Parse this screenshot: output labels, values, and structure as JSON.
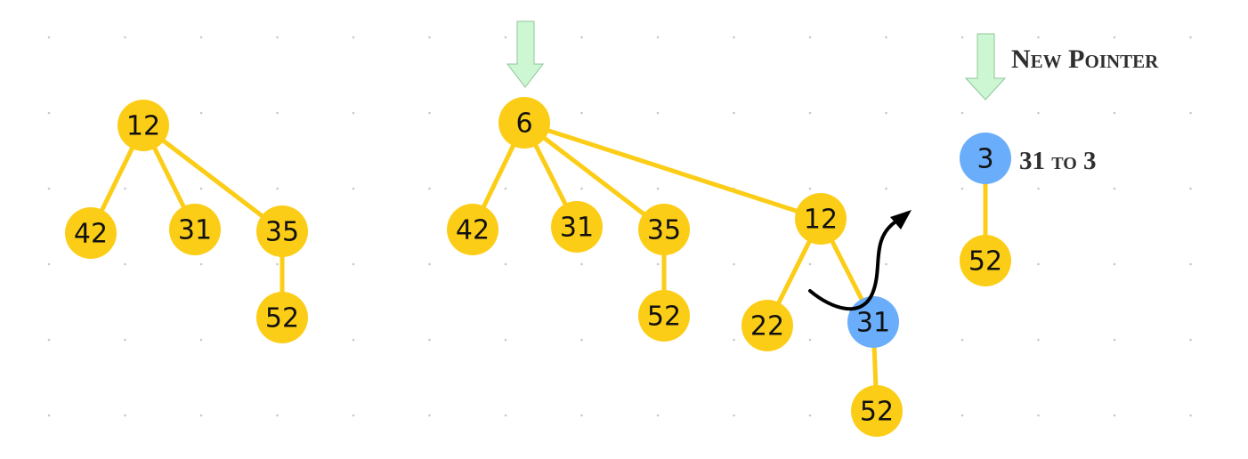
{
  "colors": {
    "node_default": "#fccd17",
    "node_highlight": "#6aadfa",
    "edge": "#fccd17",
    "pointer_fill": "#cdf7d3",
    "pointer_stroke": "#8fc49a",
    "swap_arrow": "#000000",
    "dot_grid": "#c8c8c8"
  },
  "trees": [
    {
      "nodes": [
        {
          "id": "t1-12",
          "label": "12",
          "state": "default"
        },
        {
          "id": "t1-42",
          "label": "42",
          "state": "default"
        },
        {
          "id": "t1-31",
          "label": "31",
          "state": "default"
        },
        {
          "id": "t1-35",
          "label": "35",
          "state": "default"
        },
        {
          "id": "t1-52",
          "label": "52",
          "state": "default"
        }
      ],
      "edges": [
        [
          "t1-12",
          "t1-42"
        ],
        [
          "t1-12",
          "t1-31"
        ],
        [
          "t1-12",
          "t1-35"
        ],
        [
          "t1-35",
          "t1-52"
        ]
      ]
    },
    {
      "nodes": [
        {
          "id": "t2-6",
          "label": "6",
          "state": "default"
        },
        {
          "id": "t2-42",
          "label": "42",
          "state": "default"
        },
        {
          "id": "t2-31",
          "label": "31",
          "state": "default"
        },
        {
          "id": "t2-35",
          "label": "35",
          "state": "default"
        },
        {
          "id": "t2-52a",
          "label": "52",
          "state": "default"
        },
        {
          "id": "t2-12",
          "label": "12",
          "state": "default"
        },
        {
          "id": "t2-22",
          "label": "22",
          "state": "default"
        },
        {
          "id": "t2-31b",
          "label": "31",
          "state": "highlight"
        },
        {
          "id": "t2-52b",
          "label": "52",
          "state": "default"
        }
      ],
      "edges": [
        [
          "t2-6",
          "t2-42"
        ],
        [
          "t2-6",
          "t2-31"
        ],
        [
          "t2-6",
          "t2-35"
        ],
        [
          "t2-6",
          "t2-12"
        ],
        [
          "t2-35",
          "t2-52a"
        ],
        [
          "t2-12",
          "t2-22"
        ],
        [
          "t2-12",
          "t2-31b"
        ],
        [
          "t2-31b",
          "t2-52b"
        ]
      ]
    },
    {
      "nodes": [
        {
          "id": "t3-3",
          "label": "3",
          "state": "highlight"
        },
        {
          "id": "t3-52",
          "label": "52",
          "state": "default"
        }
      ],
      "edges": [
        [
          "t3-3",
          "t3-52"
        ]
      ]
    }
  ],
  "annotations": {
    "new_pointer": "New Pointer",
    "change": "31 to 3"
  }
}
